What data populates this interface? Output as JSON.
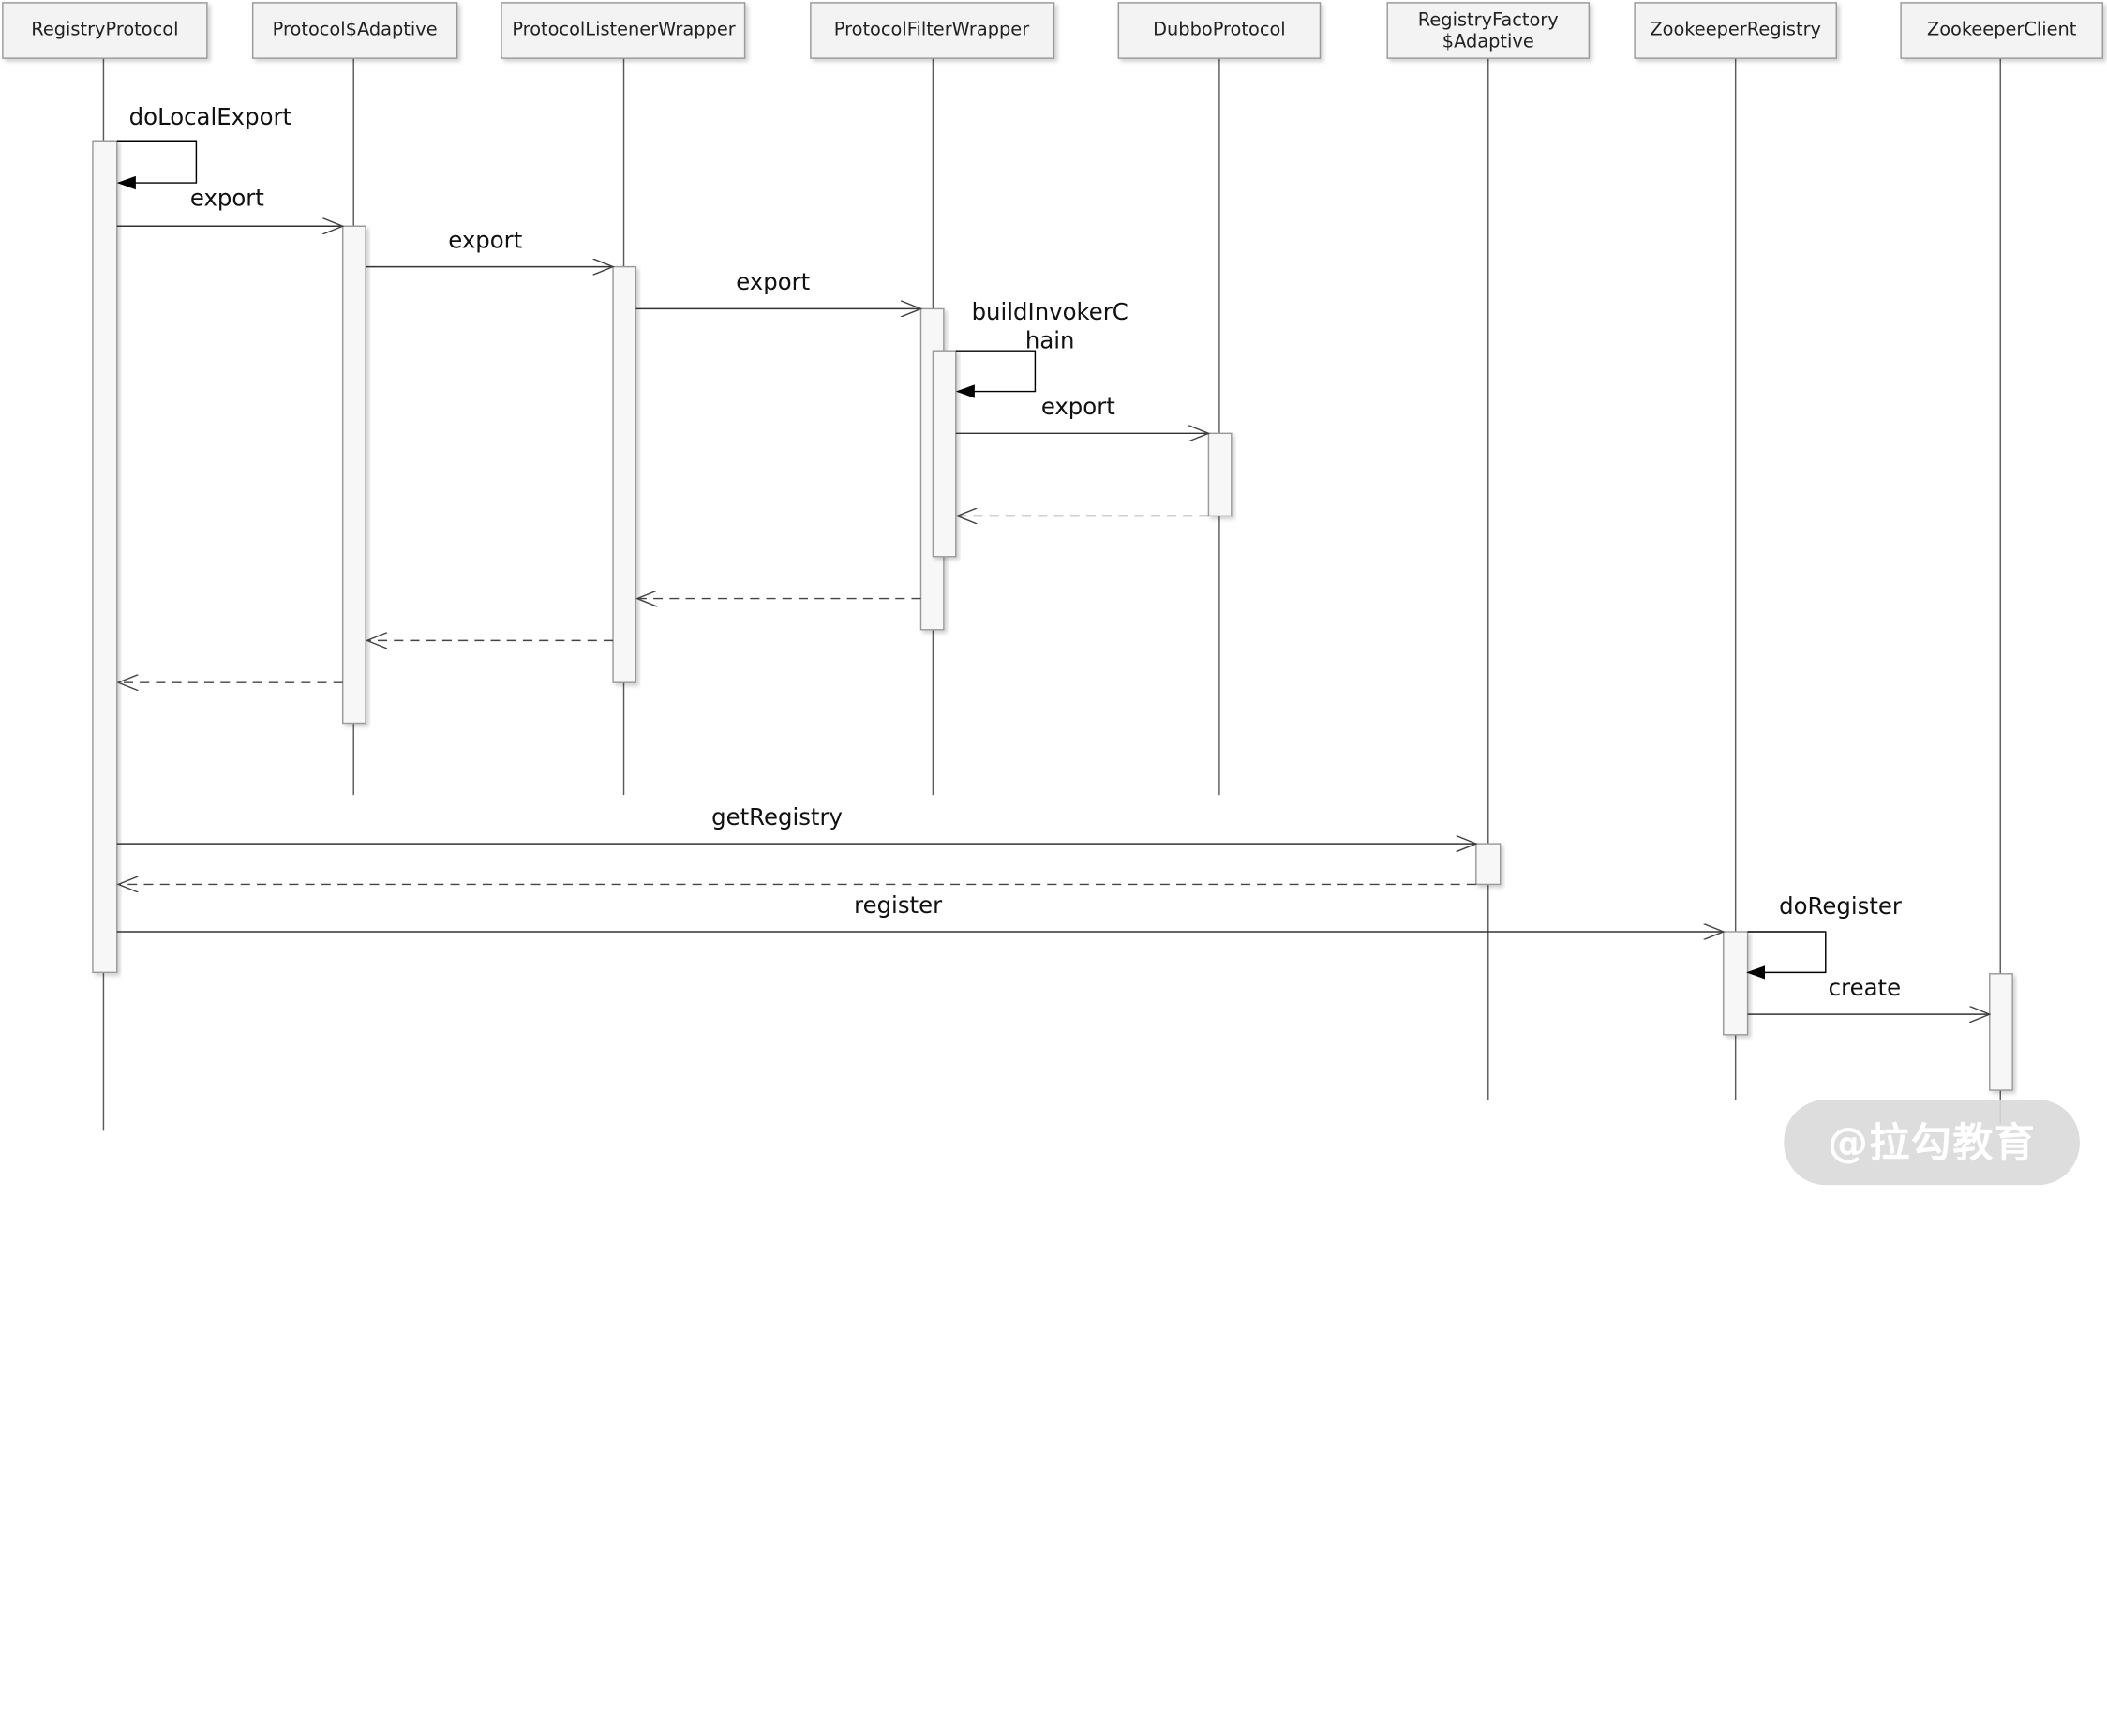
{
  "diagram": {
    "participants": [
      {
        "id": "p0",
        "label": "RegistryProtocol"
      },
      {
        "id": "p1",
        "label": "Protocol$Adaptive"
      },
      {
        "id": "p2",
        "label": "ProtocolListenerWrapper"
      },
      {
        "id": "p3",
        "label": "ProtocolFilterWrapper"
      },
      {
        "id": "p4",
        "label": "DubboProtocol"
      },
      {
        "id": "p5",
        "label_line1": "RegistryFactory",
        "label_line2": "$Adaptive"
      },
      {
        "id": "p6",
        "label": "ZookeeperRegistry"
      },
      {
        "id": "p7",
        "label": "ZookeeperClient"
      }
    ],
    "messages": [
      {
        "from": "RegistryProtocol",
        "to": "RegistryProtocol",
        "kind": "self-call",
        "label": "doLocalExport"
      },
      {
        "from": "RegistryProtocol",
        "to": "Protocol$Adaptive",
        "kind": "call",
        "label": "export"
      },
      {
        "from": "Protocol$Adaptive",
        "to": "ProtocolListenerWrapper",
        "kind": "call",
        "label": "export"
      },
      {
        "from": "ProtocolListenerWrapper",
        "to": "ProtocolFilterWrapper",
        "kind": "call",
        "label": "export"
      },
      {
        "from": "ProtocolFilterWrapper",
        "to": "ProtocolFilterWrapper",
        "kind": "self-call",
        "label_line1": "buildInvokerC",
        "label_line2": "hain"
      },
      {
        "from": "ProtocolFilterWrapper",
        "to": "DubboProtocol",
        "kind": "call",
        "label": "export"
      },
      {
        "from": "DubboProtocol",
        "to": "ProtocolFilterWrapper",
        "kind": "return"
      },
      {
        "from": "ProtocolFilterWrapper",
        "to": "ProtocolListenerWrapper",
        "kind": "return"
      },
      {
        "from": "ProtocolListenerWrapper",
        "to": "Protocol$Adaptive",
        "kind": "return"
      },
      {
        "from": "Protocol$Adaptive",
        "to": "RegistryProtocol",
        "kind": "return"
      },
      {
        "from": "RegistryProtocol",
        "to": "RegistryFactory$Adaptive",
        "kind": "call",
        "label": "getRegistry"
      },
      {
        "from": "RegistryFactory$Adaptive",
        "to": "RegistryProtocol",
        "kind": "return"
      },
      {
        "from": "RegistryProtocol",
        "to": "ZookeeperRegistry",
        "kind": "call",
        "label": "register"
      },
      {
        "from": "ZookeeperRegistry",
        "to": "ZookeeperRegistry",
        "kind": "self-call",
        "label": "doRegister"
      },
      {
        "from": "ZookeeperRegistry",
        "to": "ZookeeperClient",
        "kind": "call",
        "label": "create"
      }
    ]
  },
  "watermark": {
    "text": "@拉勾教育"
  },
  "colors": {
    "line": "#5a5a5a",
    "box_fill": "#f3f3f3",
    "box_border": "#9a9a9a",
    "activation_fill": "#f7f7f7",
    "watermark_bg": "#d9d9d9",
    "watermark_text": "#ffffff"
  }
}
